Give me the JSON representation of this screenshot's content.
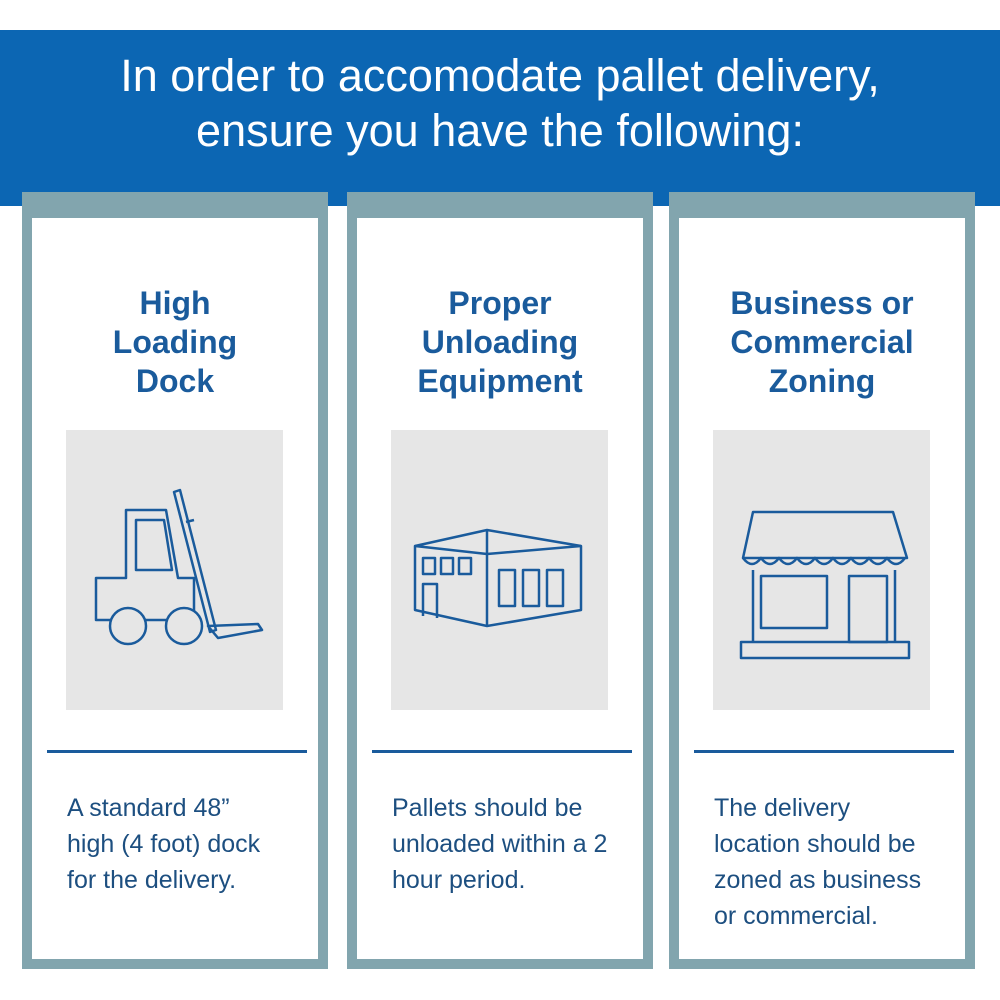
{
  "header": {
    "line1": "In order to accomodate pallet delivery,",
    "line2": "ensure you have the following:"
  },
  "cards": [
    {
      "title_lines": [
        "High",
        "Loading",
        "Dock"
      ],
      "icon": "forklift-icon",
      "desc_lines": [
        "A standard 48”",
        "high (4 foot) dock",
        "for the delivery."
      ]
    },
    {
      "title_lines": [
        "Proper",
        "Unloading",
        "Equipment"
      ],
      "icon": "warehouse-icon",
      "desc_lines": [
        "Pallets should be",
        "unloaded within a 2",
        "hour period."
      ]
    },
    {
      "title_lines": [
        "Business or",
        "Commercial",
        "Zoning"
      ],
      "icon": "storefront-icon",
      "desc_lines": [
        "The delivery",
        "location should be",
        "zoned as business",
        "or commercial."
      ]
    }
  ],
  "colors": {
    "header": "#0c66b3",
    "card_border": "#82a5ae",
    "title": "#1a5b9c",
    "icon_bg": "#e6e6e6"
  }
}
